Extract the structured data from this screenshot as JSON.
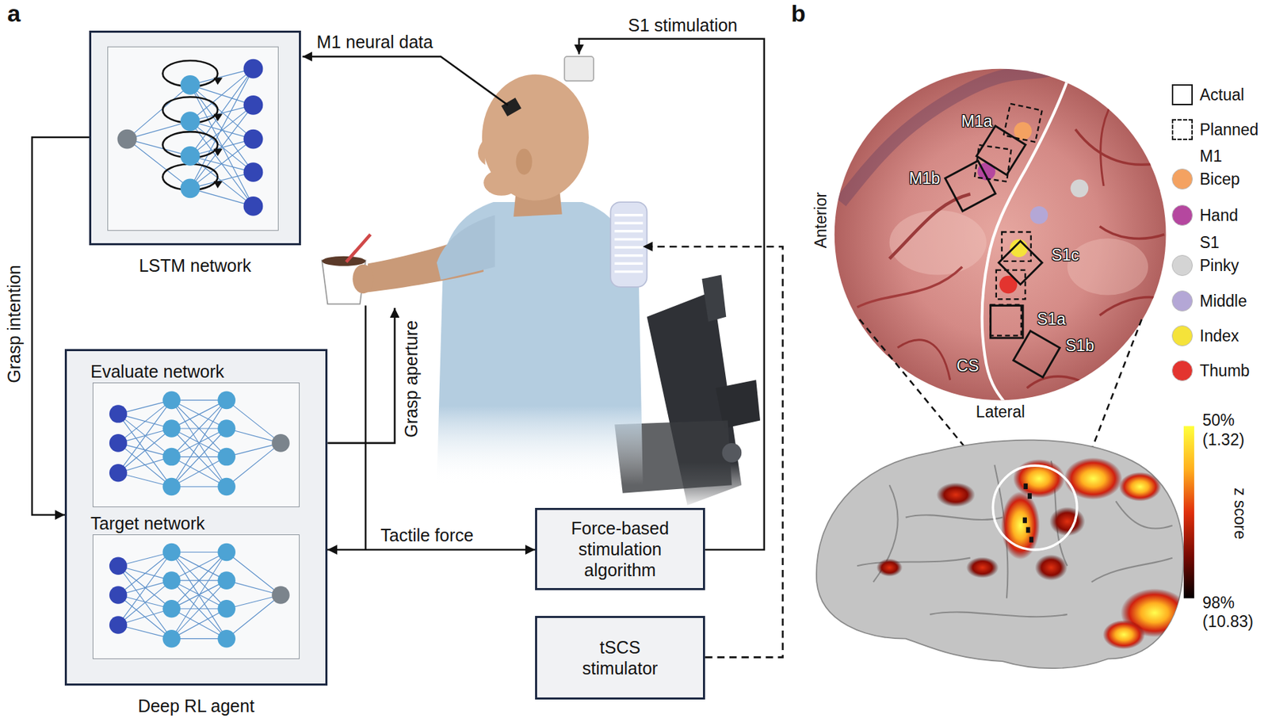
{
  "diagram": {
    "nodes": [
      {
        "text": [
          "LSTM network"
        ]
      },
      {
        "text": [
          "Deep RL agent"
        ]
      },
      {
        "text": [
          "Evaluate network"
        ],
        "in": 1
      },
      {
        "text": [
          "Target network"
        ],
        "in": 1
      },
      {
        "text": [
          "Force-based stimulation algorithm"
        ]
      },
      {
        "text": [
          "tSCS stimulator"
        ]
      }
    ],
    "edges": [
      {
        "from": 0,
        "to": 1,
        "arrow": "to",
        "label": "Grasp intention"
      },
      {
        "from": 1,
        "to": 4,
        "arrow": "both",
        "label": "Tactile force"
      }
    ],
    "labels": [
      "a",
      "M1 neural data",
      "S1 stimulation",
      "Grasp aperture",
      "b",
      "M1a",
      "M1b",
      "S1c",
      "S1a",
      "S1b",
      "CS",
      "Anterior",
      "Lateral",
      "M1",
      "S1",
      "50%",
      "(1.32)",
      "98%",
      "(10.83)",
      "z score"
    ],
    "legend": [
      {
        "text": "Actual"
      },
      {
        "text": "Planned"
      },
      {
        "text": "Bicep",
        "color": "#f4a261"
      },
      {
        "text": "Hand",
        "color": "#b5479f"
      },
      {
        "text": "Pinky",
        "color": "#d4d4d4"
      },
      {
        "text": "Middle",
        "color": "#b4a7d6"
      },
      {
        "text": "Index",
        "color": "#f5e33a"
      },
      {
        "text": "Thumb",
        "color": "#e3342f"
      }
    ]
  }
}
